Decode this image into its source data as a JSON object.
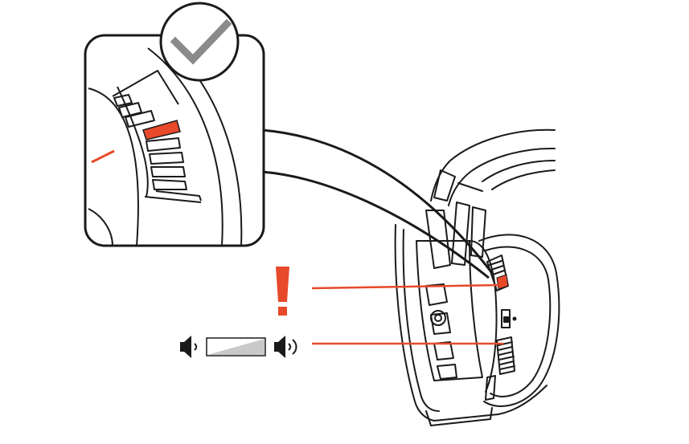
{
  "diagram": {
    "inset": {
      "check_icon": "checkmark-icon"
    },
    "callouts": [
      {
        "name": "exclamation-icon",
        "target": "selector-wheel"
      },
      {
        "name": "volume-slider",
        "target": "volume-wheel"
      }
    ],
    "colors": {
      "accent": "#e8492a",
      "stroke": "#1a1a1a",
      "check": "#8a8a8a",
      "bar_fill": "#c9c9c9"
    }
  }
}
